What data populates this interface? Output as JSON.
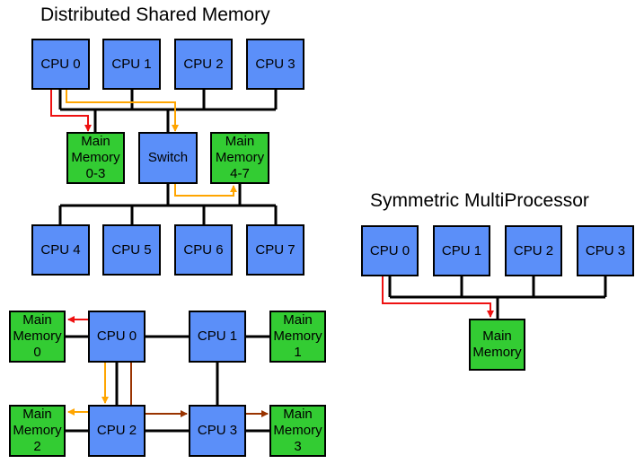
{
  "titles": {
    "dsm": "Distributed Shared Memory",
    "smp": "Symmetric MultiProcessor"
  },
  "colors": {
    "cpu": "#5b8ff9",
    "memory": "#33cc33",
    "line": "#000000",
    "red_path": "#ee1111",
    "orange_path": "#ffa500",
    "brown_path": "#993300"
  },
  "dsm": {
    "top_cpus": [
      "CPU 0",
      "CPU 1",
      "CPU 2",
      "CPU 3"
    ],
    "memory_a": "Main\nMemory\n0-3",
    "switch": "Switch",
    "memory_b": "Main\nMemory\n4-7",
    "bottom_cpus": [
      "CPU 4",
      "CPU 5",
      "CPU 6",
      "CPU 7"
    ]
  },
  "mesh": {
    "cpus": [
      "CPU 0",
      "CPU 1",
      "CPU 2",
      "CPU 3"
    ],
    "memories": [
      "Main\nMemory\n0",
      "Main\nMemory\n1",
      "Main\nMemory\n2",
      "Main\nMemory\n3"
    ]
  },
  "smp": {
    "cpus": [
      "CPU 0",
      "CPU 1",
      "CPU 2",
      "CPU 3"
    ],
    "memory": "Main\nMemory"
  }
}
